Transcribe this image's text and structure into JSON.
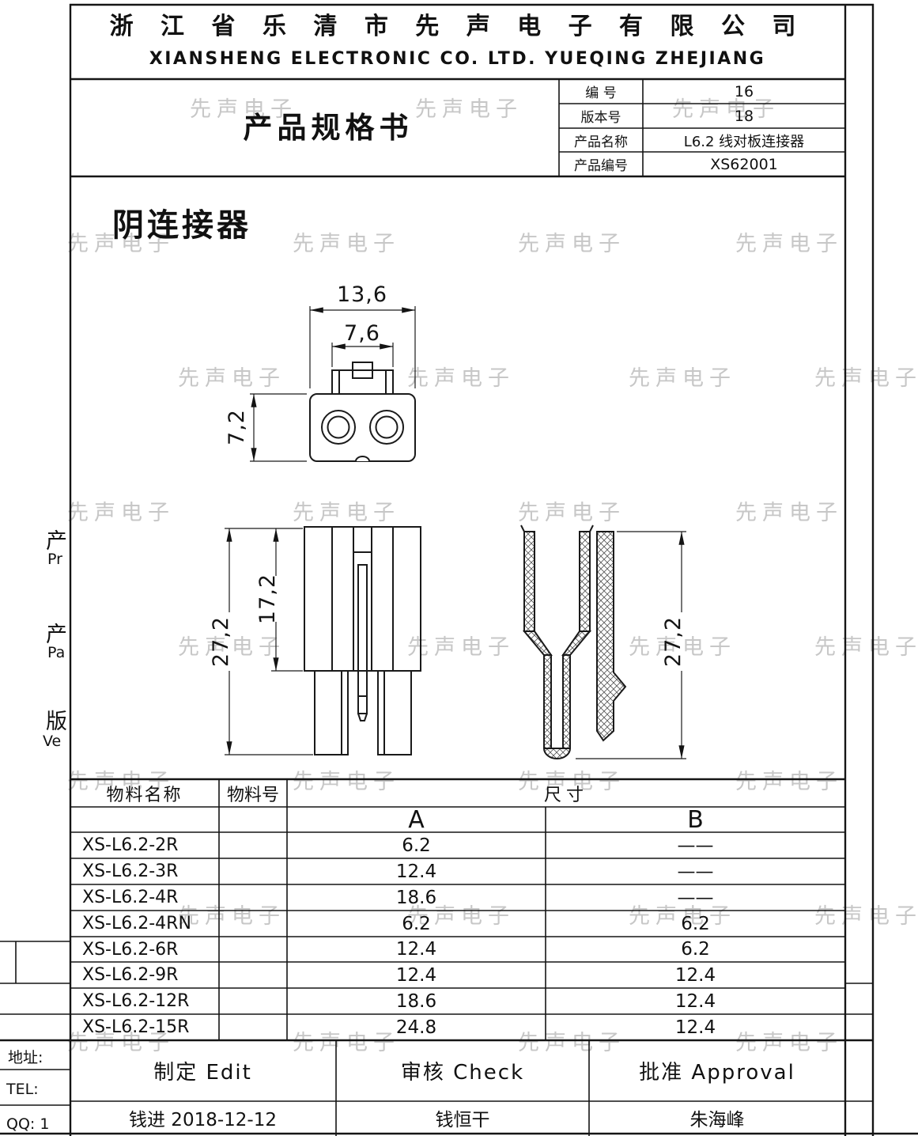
{
  "watermark": "先声电子",
  "company": {
    "name_cn": "浙 江 省 乐 清 市 先 声 电 子 有 限 公 司",
    "name_en": "XIANSHENG ELECTRONIC CO. LTD. YUEQING ZHEJIANG"
  },
  "spec": {
    "title": "产品规格书",
    "fields": [
      {
        "label": "编 号",
        "value": "16"
      },
      {
        "label": "版本号",
        "value": "18"
      },
      {
        "label": "产品名称",
        "value": "L6.2  线对板连接器"
      },
      {
        "label": "产品编号",
        "value": "XS62001"
      }
    ]
  },
  "drawing": {
    "section_title": "阴连接器",
    "dim_top_width": "13,6",
    "dim_top_inner": "7,6",
    "dim_top_height": "7,2",
    "dim_front_total": "27,2",
    "dim_front_inner": "17,2",
    "dim_side_total": "27,2"
  },
  "margin": {
    "p1_cn": "产",
    "p1_en": "Pr",
    "p2_cn": "产",
    "p2_en": "Pa",
    "p3_cn": "版",
    "p3_en": "Ve",
    "address": "地址:",
    "tel": "TEL:",
    "qq": "QQ: 1"
  },
  "table": {
    "col_name": "物料名称",
    "col_number": "物料号",
    "col_size": "尺寸",
    "col_a": "A",
    "col_b": "B",
    "rows": [
      {
        "name": "XS-L6.2-2R",
        "a": "6.2",
        "b": "——"
      },
      {
        "name": "XS-L6.2-3R",
        "a": "12.4",
        "b": "——"
      },
      {
        "name": "XS-L6.2-4R",
        "a": "18.6",
        "b": "——"
      },
      {
        "name": "XS-L6.2-4RN",
        "a": "6.2",
        "b": "6.2"
      },
      {
        "name": "XS-L6.2-6R",
        "a": "12.4",
        "b": "6.2"
      },
      {
        "name": "XS-L6.2-9R",
        "a": "12.4",
        "b": "12.4"
      },
      {
        "name": "XS-L6.2-12R",
        "a": "18.6",
        "b": "12.4"
      },
      {
        "name": "XS-L6.2-15R",
        "a": "24.8",
        "b": "12.4"
      }
    ]
  },
  "footer": {
    "edit_label": "制定  Edit",
    "check_label": "审核  Check",
    "approval_label": "批准  Approval",
    "edit_value": "钱进  2018-12-12",
    "check_value": "钱恒干",
    "approval_value": "朱海峰"
  }
}
